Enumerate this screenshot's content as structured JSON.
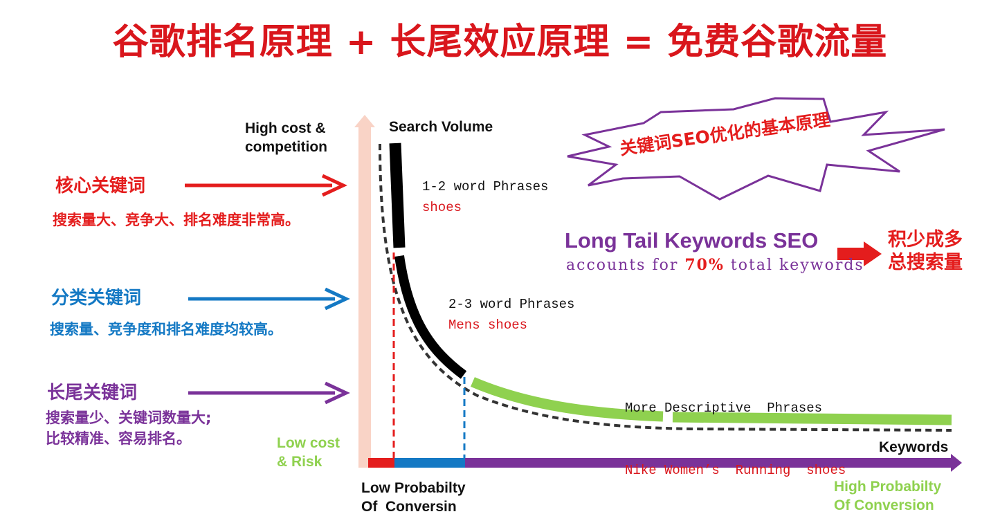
{
  "title": "谷歌排名原理 + 长尾效应原理 = 免费谷歌流量",
  "starburst_text": "关键词SEO优化的基本原理",
  "left_panel": {
    "core": {
      "label": "核心关键词",
      "desc": "搜索量大、竞争大、排名难度非常高。"
    },
    "category": {
      "label": "分类关键词",
      "desc": "搜索量、竞争度和排名难度均较高。"
    },
    "longtail": {
      "label": "长尾关键词",
      "desc_line1": "搜索量少、关键词数量大;",
      "desc_line2": "比较精准、容易排名。"
    }
  },
  "axes": {
    "y_top_line1": "High cost &",
    "y_top_line2": "competition",
    "y_title": "Search Volume",
    "x_title": "Keywords",
    "low_cost_line1": "Low cost",
    "low_cost_line2": "& Risk",
    "low_prob_line1": "Low Probabilty",
    "low_prob_line2": "Of  Conversin",
    "high_prob_line1": "High Probabilty",
    "high_prob_line2": "Of Conversion"
  },
  "segments": [
    {
      "title": "1-2 word Phrases",
      "example": "shoes"
    },
    {
      "title": "2-3 word Phrases",
      "example": "Mens shoes"
    },
    {
      "title": "More Descriptive  Phrases",
      "example": "Nike Women’s  Running  shoes"
    }
  ],
  "long_tail": {
    "title": "Long Tail Keywords SEO",
    "sub_prefix": "accounts for ",
    "sub_pct": "70%",
    "sub_suffix": " total keywords",
    "right_line1": "积少成多",
    "right_line2": "总搜索量"
  },
  "colors": {
    "title_red": "#d9161c",
    "core_red": "#e41d1d",
    "category_blue": "#1479c4",
    "longtail_purple": "#7a3299",
    "tail_green": "#8fd14f",
    "y_axis_pink": "#f9d3c6"
  }
}
